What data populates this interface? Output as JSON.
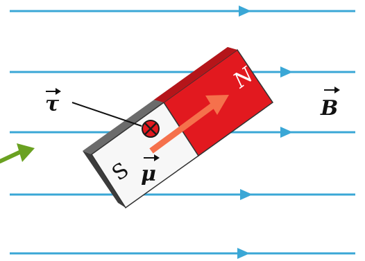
{
  "diagram": {
    "field_label": "B",
    "torque_label": "τ",
    "moment_label": "μ",
    "north_label": "N",
    "south_label": "S",
    "colors": {
      "field_line": "#3aa7d6",
      "magnet_north": "#e2191f",
      "magnet_south_face": "#f7f7f7",
      "magnet_side": "#555555",
      "moment_arrow": "#f5714c",
      "torque_symbol": "#e2191f",
      "pointer_arrow": "#6aa121",
      "label_text": "#111111"
    },
    "icons": {
      "torque_symbol": "circle-cross-into-page",
      "vector_marker": "overhead-right-arrow"
    }
  }
}
